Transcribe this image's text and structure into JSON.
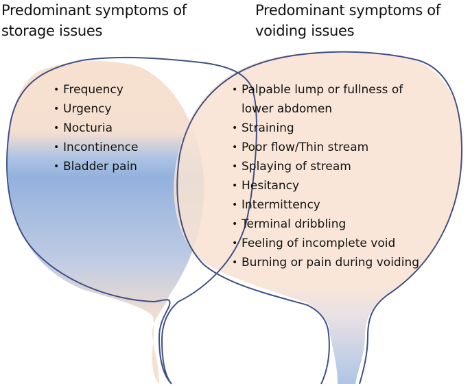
{
  "storage": {
    "heading_line1": "Predominant symptoms of",
    "heading_line2": "storage issues",
    "items": [
      "Frequency",
      "Urgency",
      "Nocturia",
      "Incontinence",
      "Bladder pain"
    ]
  },
  "voiding": {
    "heading_line1": "Predominant symptoms of",
    "heading_line2": "voiding issues",
    "items": [
      "Palpable lump or fullness of lower abdomen",
      "Straining",
      "Poor flow/Thin stream",
      "Splaying of stream",
      "Hesitancy",
      "Intermittency",
      "Terminal dribbling",
      "Feeling of incomplete void",
      "Burning or pain during voiding"
    ]
  },
  "colors": {
    "outline": "#3f4f86",
    "peach": "#f7dfcd",
    "blue": "#8faedb"
  }
}
